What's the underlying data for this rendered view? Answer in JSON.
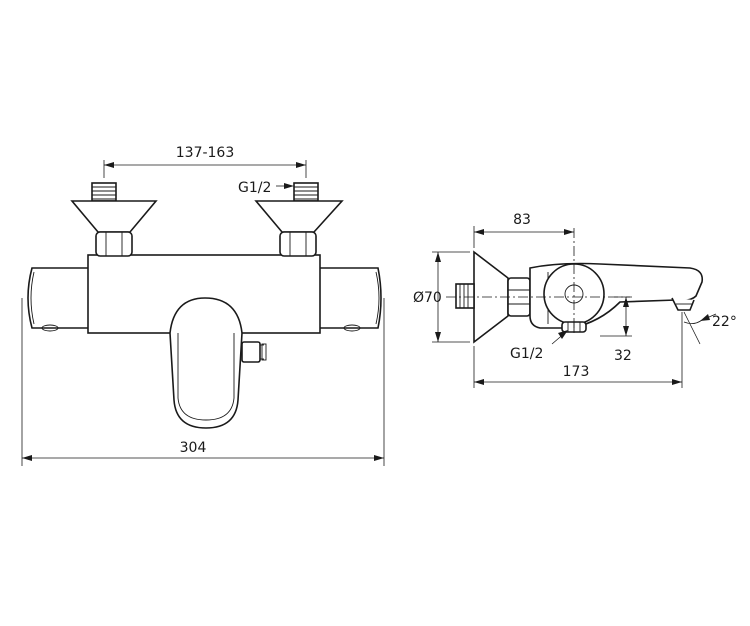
{
  "front_view": {
    "connection_spacing": "137-163",
    "thread_label": "G1/2",
    "overall_width": "304"
  },
  "side_view": {
    "depth_to_axis": "83",
    "diameter": "Ø70",
    "thread_label": "G1/2",
    "outlet_height": "32",
    "overall_depth": "173",
    "outlet_angle": "22°"
  }
}
